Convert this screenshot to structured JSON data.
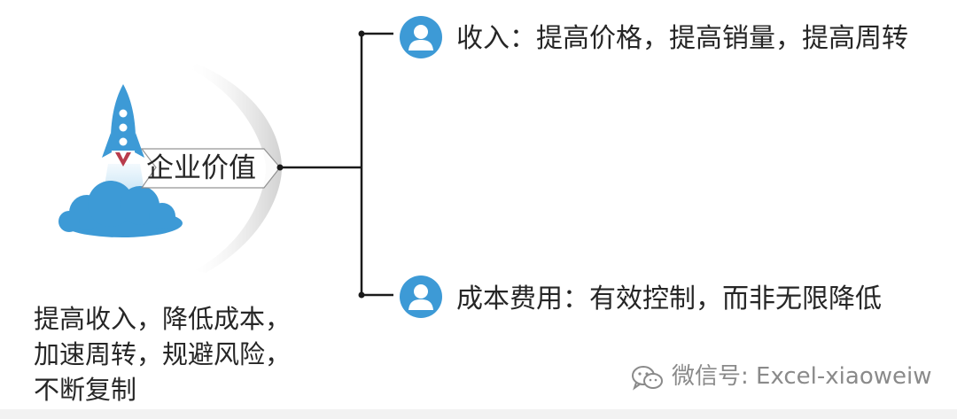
{
  "root": {
    "label": "企业价值"
  },
  "branches": [
    {
      "icon": "person-icon",
      "text": "收入：提高价格，提高销量，提高周转"
    },
    {
      "icon": "person-icon",
      "text": "成本费用：有效控制，而非无限降低"
    }
  ],
  "summary": {
    "lines": [
      "提高收入，降低成本，",
      "加速周转，规避风险，",
      "不断复制"
    ]
  },
  "watermark": {
    "icon": "wechat-icon",
    "text": "微信号: Excel-xiaoweiw"
  },
  "colors": {
    "accent_blue": "#3d9ad6",
    "rocket_flame": "#b83c4c",
    "line": "#1a1a1a"
  }
}
